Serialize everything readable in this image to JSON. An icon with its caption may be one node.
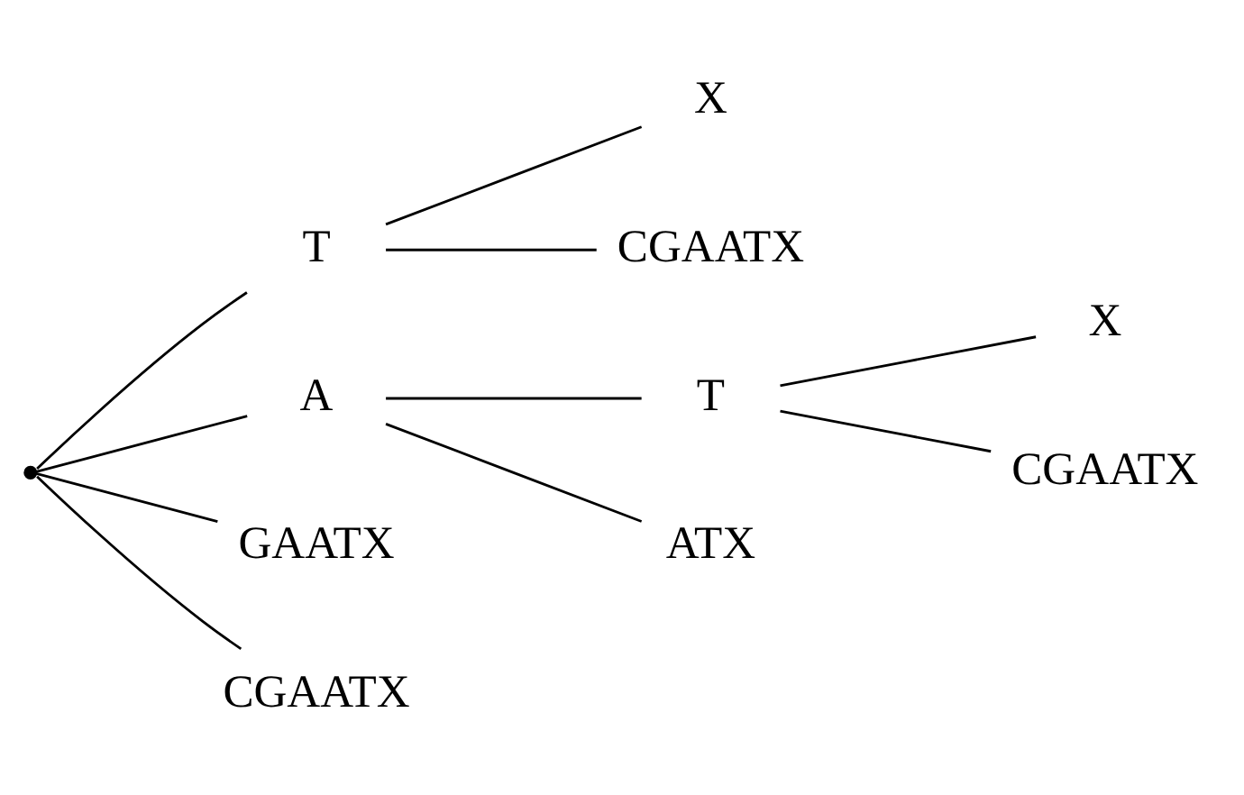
{
  "diagram": {
    "nodes": [
      {
        "text": [],
        "shape": "point"
      },
      {
        "text": [
          "T"
        ]
      },
      {
        "text": [
          "X"
        ]
      },
      {
        "text": [
          "CGAATX"
        ]
      },
      {
        "text": [
          "A"
        ]
      },
      {
        "text": [
          "T"
        ]
      },
      {
        "text": [
          "X"
        ]
      },
      {
        "text": [
          "CGAATX"
        ]
      },
      {
        "text": [
          "ATX"
        ]
      },
      {
        "text": [
          "GAATX"
        ]
      },
      {
        "text": [
          "CGAATX"
        ]
      }
    ],
    "edges": [
      {
        "from": 0,
        "to": 1,
        "arrow": "none"
      },
      {
        "from": 1,
        "to": 2,
        "arrow": "none"
      },
      {
        "from": 1,
        "to": 3,
        "arrow": "none"
      },
      {
        "from": 0,
        "to": 4,
        "arrow": "none"
      },
      {
        "from": 4,
        "to": 5,
        "arrow": "none"
      },
      {
        "from": 5,
        "to": 6,
        "arrow": "none"
      },
      {
        "from": 5,
        "to": 7,
        "arrow": "none"
      },
      {
        "from": 4,
        "to": 8,
        "arrow": "none"
      },
      {
        "from": 0,
        "to": 9,
        "arrow": "none"
      },
      {
        "from": 0,
        "to": 10,
        "arrow": "none"
      }
    ]
  }
}
